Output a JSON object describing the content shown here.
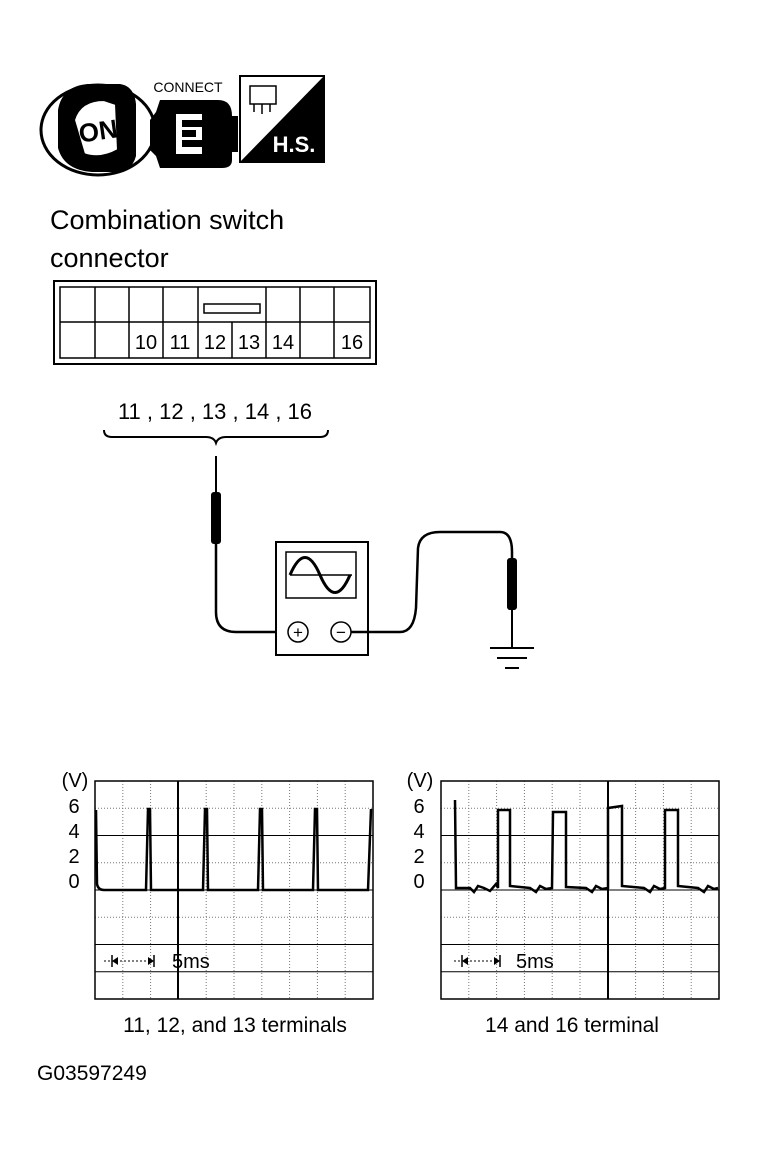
{
  "icons": {
    "ignition": {
      "label": "ON",
      "icon": "ignition-key-on-icon"
    },
    "connect": {
      "label": "CONNECT",
      "icon": "connector-plug-icon"
    },
    "hs": {
      "label": "H.S.",
      "icon": "harness-side-icon"
    }
  },
  "connector": {
    "title_line1": "Combination switch",
    "title_line2": "connector",
    "terminals": [
      "10",
      "11",
      "12",
      "13",
      "14",
      "16"
    ],
    "probe_terminals": "11 , 12 , 13 , 14 , 16"
  },
  "meter": {
    "plus": "+",
    "minus": "−",
    "icon": "oscilloscope-icon",
    "ground_icon": "ground-icon"
  },
  "scope_left": {
    "unit": "(V)",
    "ticks": [
      "6",
      "4",
      "2",
      "0"
    ],
    "timebase": "5ms",
    "caption": "11, 12, and 13 terminals"
  },
  "scope_right": {
    "unit": "(V)",
    "ticks": [
      "6",
      "4",
      "2",
      "0"
    ],
    "timebase": "5ms",
    "caption": "14 and 16 terminal"
  },
  "figure_id": "G03597249",
  "colors": {
    "ink": "#000000",
    "grid_major": "#000000",
    "grid_minor": "#777777",
    "paper": "#ffffff"
  }
}
